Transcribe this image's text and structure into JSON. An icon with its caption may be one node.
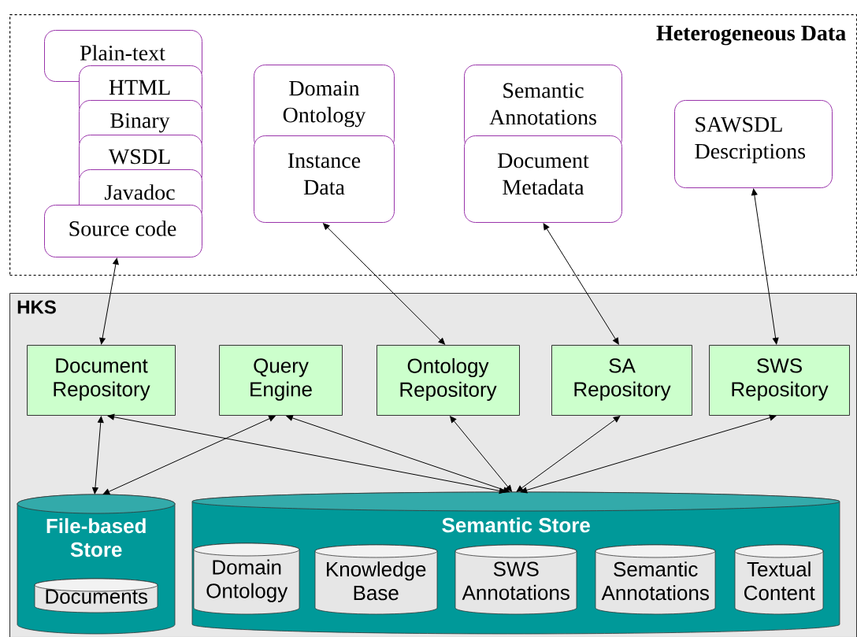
{
  "diagram": {
    "nodes": [
      {
        "text": [
          "Heterogeneous Data"
        ]
      },
      {
        "text": [
          "Plain-text"
        ],
        "in": 0
      },
      {
        "text": [
          "HTML"
        ],
        "in": 0
      },
      {
        "text": [
          "Binary"
        ],
        "in": 0
      },
      {
        "text": [
          "WSDL"
        ],
        "in": 0
      },
      {
        "text": [
          "Javadoc"
        ],
        "in": 0
      },
      {
        "text": [
          "Source code"
        ],
        "in": 0
      },
      {
        "text": [
          "Domain Ontology"
        ],
        "in": 0
      },
      {
        "text": [
          "Instance Data"
        ],
        "in": 0
      },
      {
        "text": [
          "Semantic Annotations"
        ],
        "in": 0
      },
      {
        "text": [
          "Document Metadata"
        ],
        "in": 0
      },
      {
        "text": [
          "SAWSDL Descriptions"
        ],
        "in": 0
      },
      {
        "text": [
          "HKS"
        ]
      },
      {
        "text": [
          "Document Repository"
        ],
        "in": 12
      },
      {
        "text": [
          "Query Engine"
        ],
        "in": 12
      },
      {
        "text": [
          "Ontology Repository"
        ],
        "in": 12
      },
      {
        "text": [
          "SA Repository"
        ],
        "in": 12
      },
      {
        "text": [
          "SWS Repository"
        ],
        "in": 12
      },
      {
        "text": [
          "File-based Store"
        ],
        "in": 12
      },
      {
        "text": [
          "Documents"
        ],
        "in": 18
      },
      {
        "text": [
          "Semantic Store"
        ],
        "in": 12
      },
      {
        "text": [
          "Domain Ontology"
        ],
        "in": 20
      },
      {
        "text": [
          "Knowledge Base"
        ],
        "in": 20
      },
      {
        "text": [
          "SWS Annotations"
        ],
        "in": 20
      },
      {
        "text": [
          "Semantic Annotations"
        ],
        "in": 20
      },
      {
        "text": [
          "Textual Content"
        ],
        "in": 20
      }
    ],
    "edges": [
      {
        "from": 6,
        "to": 13,
        "arrow": "both"
      },
      {
        "from": 8,
        "to": 15,
        "arrow": "both"
      },
      {
        "from": 10,
        "to": 16,
        "arrow": "both"
      },
      {
        "from": 11,
        "to": 17,
        "arrow": "both"
      },
      {
        "from": 13,
        "to": 18,
        "arrow": "both"
      },
      {
        "from": 14,
        "to": 18,
        "arrow": "both"
      },
      {
        "from": 13,
        "to": 20,
        "arrow": "both"
      },
      {
        "from": 14,
        "to": 20,
        "arrow": "both"
      },
      {
        "from": 15,
        "to": 20,
        "arrow": "both"
      },
      {
        "from": 16,
        "to": 20,
        "arrow": "both"
      },
      {
        "from": 17,
        "to": 20,
        "arrow": "both"
      }
    ]
  }
}
